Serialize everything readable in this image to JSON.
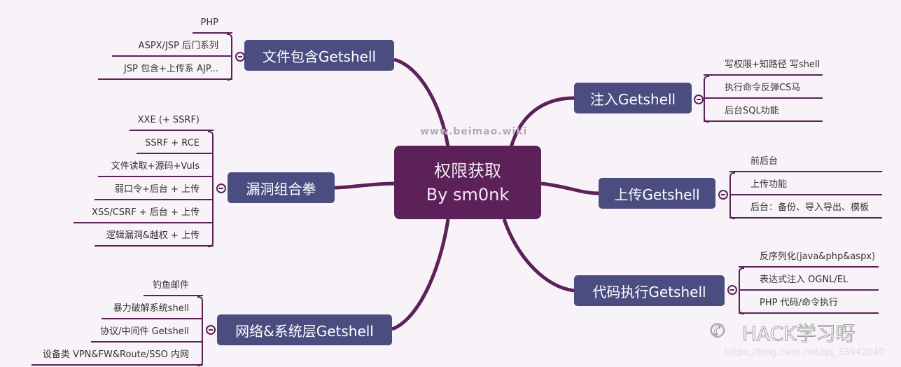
{
  "center": {
    "line1": "权限获取",
    "line2": "By sm0nk"
  },
  "branches": [
    {
      "label": "文件包含Getshell",
      "side": "left",
      "leaves": [
        "PHP",
        "ASPX/JSP 后门系列",
        "JSP 包含+上传系 AJP..."
      ]
    },
    {
      "label": "漏洞组合拳",
      "side": "left",
      "leaves": [
        "XXE (+ SSRF)",
        "SSRF + RCE",
        "文件读取+源码+Vuls",
        "弱口令+后台 + 上传",
        "XSS/CSRF + 后台 + 上传",
        "逻辑漏洞&越权 + 上传"
      ]
    },
    {
      "label": "网络&系统层Getshell",
      "side": "left",
      "leaves": [
        "钓鱼邮件",
        "暴力破解系统shell",
        "协议/中间件 Getshell",
        "设备类 VPN&FW&Route/SSO 内网"
      ]
    },
    {
      "label": "注入Getshell",
      "side": "right",
      "leaves": [
        "写权限+知路径 写shell",
        "执行命令反弹CS马",
        "后台SQL功能"
      ]
    },
    {
      "label": "上传Getshell",
      "side": "right",
      "leaves": [
        "前后台",
        "上传功能",
        "后台：备份、导入导出、模板"
      ]
    },
    {
      "label": "代码执行Getshell",
      "side": "right",
      "leaves": [
        "反序列化(java&php&aspx)",
        "表达式注入 OGNL/EL",
        "PHP 代码/命令执行"
      ]
    }
  ],
  "watermarks": {
    "overlay": "www.beimao.wiki",
    "brand": "HACK学习呀",
    "wechat_icon": "wechat-icon",
    "url": "https://blog.csdn.net/qq_33942040"
  },
  "colors": {
    "center": "#5b2158",
    "branch": "#4b4c7f",
    "line": "#5b2158",
    "background": "#f8f3f8"
  }
}
